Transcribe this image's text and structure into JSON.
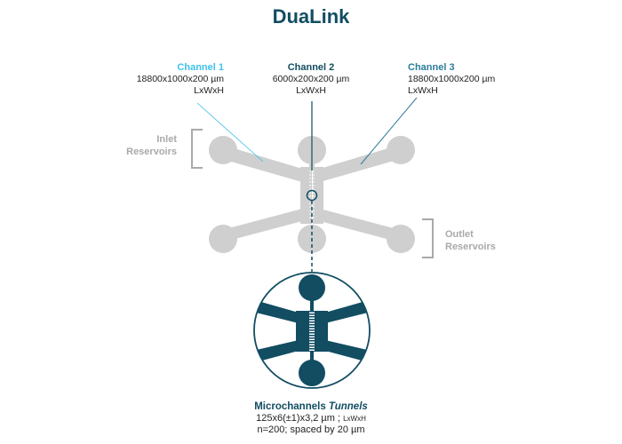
{
  "title": "DuaLink",
  "colors": {
    "title": "#124d62",
    "channel1": "#3fc1ea",
    "channel2": "#124d62",
    "channel3": "#2c7c9b",
    "chip_gray": "#cfcfcf",
    "reservoir_label": "#a9a9a9",
    "zoom_fill": "#124d62"
  },
  "channels": [
    {
      "name": "Channel 1",
      "dims": "18800x1000x200 µm",
      "axes": "LxWxH"
    },
    {
      "name": "Channel 2",
      "dims": "6000x200x200 µm",
      "axes": "LxWxH"
    },
    {
      "name": "Channel 3",
      "dims": "18800x1000x200 µm",
      "axes": "LxWxH"
    }
  ],
  "reservoirs": {
    "inlet": {
      "line1": "Inlet",
      "line2": "Reservoirs"
    },
    "outlet": {
      "line1": "Outlet",
      "line2": "Reservoirs"
    }
  },
  "microchannels": {
    "title_plain": "Microchannels ",
    "title_italic": "Tunnels",
    "dims": "125x6(±1)x3,2 µm ; ",
    "axes": "LxWxH",
    "count": "n=200; spaced by 20 µm"
  }
}
